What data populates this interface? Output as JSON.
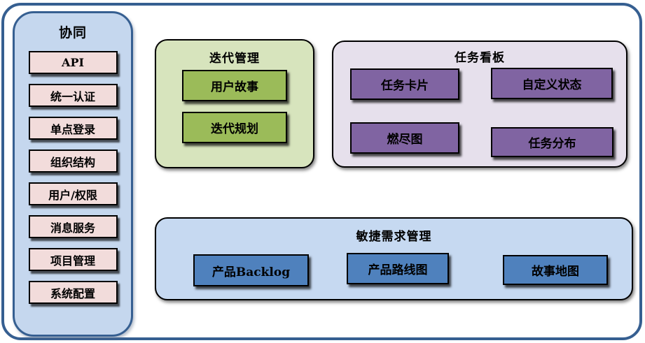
{
  "colors": {
    "outer_border": "#365f91",
    "sidebar_bg": "#c5d7ee",
    "sidebar_border": "#365f91",
    "pink_item_bg": "#f2dcdb",
    "green_panel_bg": "#d7e4bd",
    "green_item_bg": "#9bbb59",
    "purple_panel_bg": "#e6e0ec",
    "purple_item_bg": "#8064a2",
    "blue_panel_bg": "#c6d9f1",
    "blue_item_bg": "#4f81bd",
    "box_border": "#000000",
    "text": "#000000"
  },
  "sidebar": {
    "title": "协同",
    "items": [
      "API",
      "统一认证",
      "单点登录",
      "组织结构",
      "用户/权限",
      "消息服务",
      "项目管理",
      "系统配置"
    ]
  },
  "panels": {
    "iteration": {
      "title": "迭代管理",
      "items": [
        "用户故事",
        "迭代规划"
      ]
    },
    "kanban": {
      "title": "任务看板",
      "items": [
        "任务卡片",
        "自定义状态",
        "燃尽图",
        "任务分布"
      ]
    },
    "requirements": {
      "title": "敏捷需求管理",
      "items": [
        "产品Backlog",
        "产品路线图",
        "故事地图"
      ]
    }
  }
}
